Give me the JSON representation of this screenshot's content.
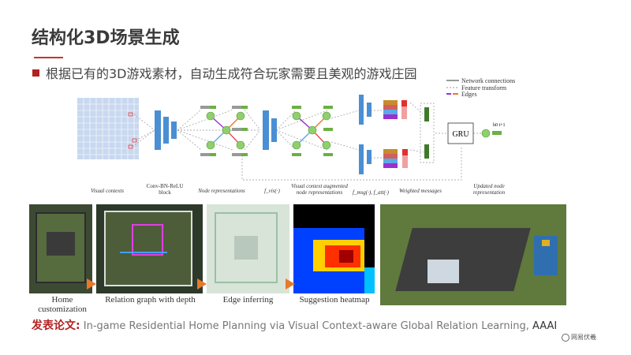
{
  "slide": {
    "title": "结构化3D场景生成",
    "bullet": "根据已有的3D游戏素材，自动生成符合玩家需要且美观的游戏庄园",
    "accent_color": "#b22222"
  },
  "diagram": {
    "legend": [
      "Network connections",
      "Feature transform",
      "Edges"
    ],
    "labels": {
      "visual_contexts": "Visual contexts",
      "conv_block_1": "Conv-BN-ReLU",
      "conv_block_2": "block",
      "node_repr": "Node representations",
      "f_func": "f_vis(·)",
      "vis_aug_1": "Visual context augmented",
      "vis_aug_2": "node representations",
      "f_msg": "f_msg(·), f_att(·)",
      "weighted": "Weighted messages",
      "updated_1": "Updated node",
      "updated_2": "representation",
      "gru": "GRU",
      "h_out": "h0 t+1"
    }
  },
  "pipeline": {
    "captions": [
      "Home customization",
      "Relation graph with depth",
      "Edge inferring",
      "Suggestion heatmap"
    ]
  },
  "paper": {
    "label": "发表论文:",
    "title": "In-game Residential Home Planning via Visual Context-aware Global Relation Learning,",
    "venue": "AAAI"
  },
  "logo": {
    "text": "网易伏羲"
  }
}
